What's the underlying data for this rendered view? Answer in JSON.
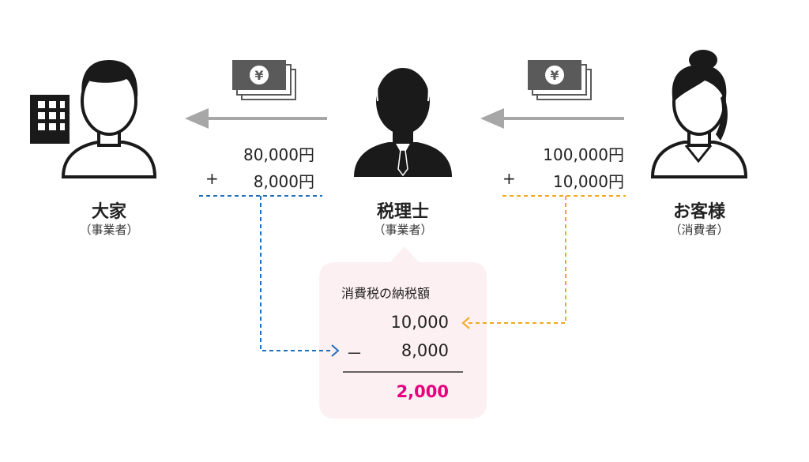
{
  "actors": {
    "landlord": {
      "name": "大家",
      "role": "（事業者）"
    },
    "accountant": {
      "name": "税理士",
      "role": "（事業者）"
    },
    "customer": {
      "name": "お客様",
      "role": "（消費者）"
    }
  },
  "payment_left": {
    "base": "80,000円",
    "plus": "+",
    "tax": "8,000円"
  },
  "payment_right": {
    "base": "100,000円",
    "plus": "+",
    "tax": "10,000円"
  },
  "calc_box": {
    "title": "消費税の納税額",
    "received": "10,000",
    "minus_sign": "－",
    "paid": "8,000",
    "result": "2,000"
  },
  "colors": {
    "arrow_gray": "#a7a7a7",
    "person_dark": "#1a1a1a",
    "money_gray": "#5a5a5a",
    "blue_dashed": "#1f6fbf",
    "orange_dashed": "#f2a81d",
    "box_fill": "#fdf0f2",
    "result_magenta": "#e6007e"
  },
  "icons": [
    "building-icon",
    "man-icon",
    "businessman-icon",
    "woman-icon",
    "yen-banknote-icon"
  ]
}
